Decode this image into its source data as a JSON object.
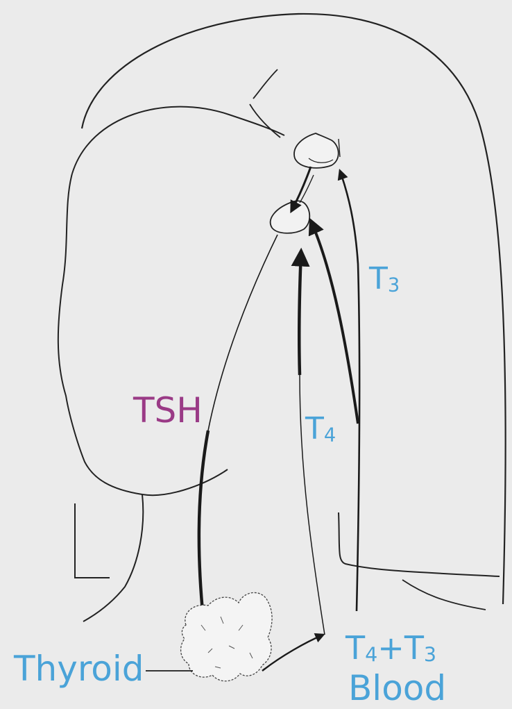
{
  "labels": {
    "t3": {
      "main": "T",
      "sub": "3"
    },
    "tsh": "TSH",
    "t4": {
      "main": "T",
      "sub": "4"
    },
    "t4_plus_t3": {
      "main1": "T",
      "sub1": "4",
      "plus": "+",
      "main2": "T",
      "sub2": "3"
    },
    "thyroid": "Thyroid",
    "blood": "Blood"
  },
  "colors": {
    "background": "#ebebeb",
    "line": "#1a1a1a",
    "hormone_label": "#4aa3d8",
    "tsh_label": "#9a3a86"
  }
}
